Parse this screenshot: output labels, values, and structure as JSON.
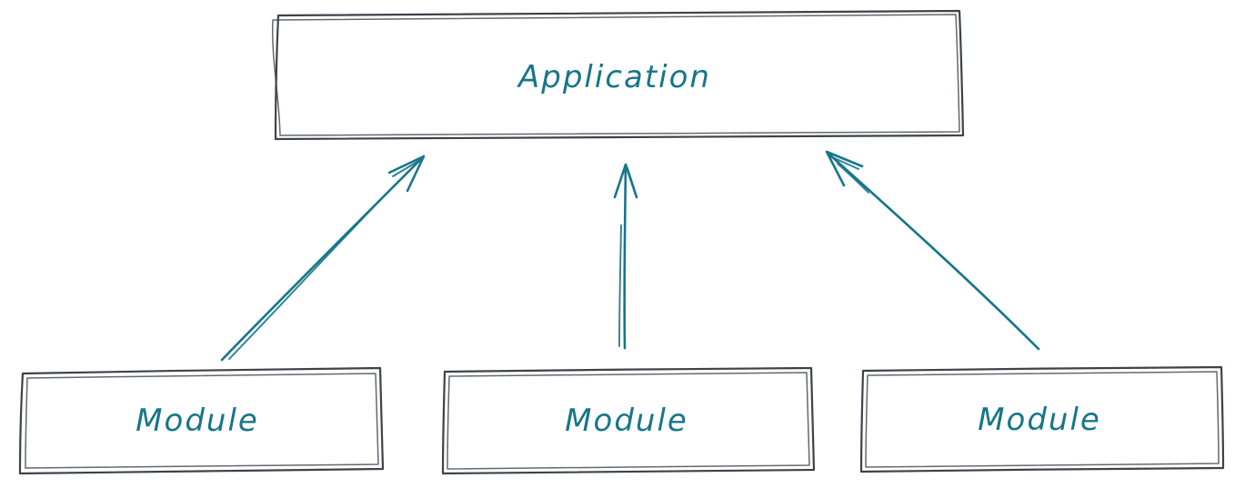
{
  "colors": {
    "box_stroke": "#3d4349",
    "accent_teal": "#17768a",
    "background": "#ffffff"
  },
  "diagram": {
    "nodes": [
      {
        "id": "application",
        "label": "Application"
      },
      {
        "id": "module-left",
        "label": "Module"
      },
      {
        "id": "module-center",
        "label": "Module"
      },
      {
        "id": "module-right",
        "label": "Module"
      }
    ],
    "edges": [
      {
        "from": "module-left",
        "to": "application"
      },
      {
        "from": "module-center",
        "to": "application"
      },
      {
        "from": "module-right",
        "to": "application"
      }
    ]
  }
}
